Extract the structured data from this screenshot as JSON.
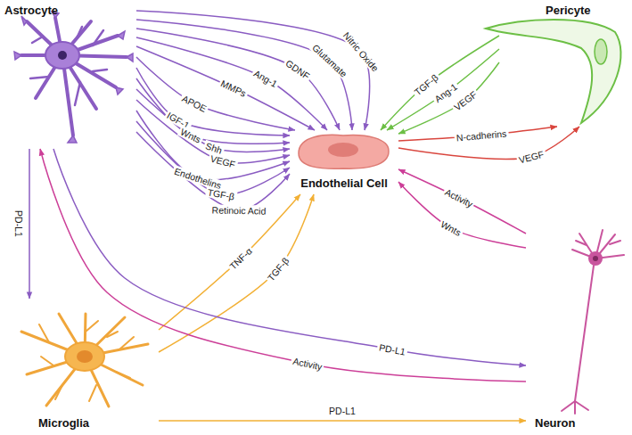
{
  "diagram": {
    "nodes": [
      {
        "text": [
          "Astrocyte"
        ]
      },
      {
        "text": [
          "Pericyte"
        ]
      },
      {
        "text": [
          "Endothelial Cell"
        ]
      },
      {
        "text": [
          "Microglia"
        ]
      },
      {
        "text": [
          "Neuron"
        ]
      }
    ],
    "edges": [
      {
        "from": 0,
        "to": 2,
        "label": "Nitric Oxide",
        "arrow": "to"
      },
      {
        "from": 0,
        "to": 2,
        "label": "Glutamate",
        "arrow": "to"
      },
      {
        "from": 0,
        "to": 2,
        "label": "GDNF",
        "arrow": "to"
      },
      {
        "from": 0,
        "to": 2,
        "label": "Ang-1",
        "arrow": "to"
      },
      {
        "from": 0,
        "to": 2,
        "label": "MMPs",
        "arrow": "to"
      },
      {
        "from": 0,
        "to": 2,
        "label": "APOE",
        "arrow": "to"
      },
      {
        "from": 0,
        "to": 2,
        "label": "IGF-1",
        "arrow": "to"
      },
      {
        "from": 0,
        "to": 2,
        "label": "Wnts",
        "arrow": "to"
      },
      {
        "from": 0,
        "to": 2,
        "label": "Shh",
        "arrow": "to"
      },
      {
        "from": 0,
        "to": 2,
        "label": "VEGF",
        "arrow": "to"
      },
      {
        "from": 0,
        "to": 2,
        "label": "Endothelins",
        "arrow": "to"
      },
      {
        "from": 0,
        "to": 2,
        "label": "TGF-β",
        "arrow": "to"
      },
      {
        "from": 0,
        "to": 2,
        "label": "Retinoic Acid",
        "arrow": "to"
      },
      {
        "from": 1,
        "to": 2,
        "label": "TGF-β",
        "arrow": "to"
      },
      {
        "from": 1,
        "to": 2,
        "label": "Ang-1",
        "arrow": "to"
      },
      {
        "from": 1,
        "to": 2,
        "label": "VEGF",
        "arrow": "to"
      },
      {
        "from": 2,
        "to": 1,
        "label": "N-cadherins",
        "arrow": "to"
      },
      {
        "from": 2,
        "to": 1,
        "label": "VEGF",
        "arrow": "to"
      },
      {
        "from": 4,
        "to": 2,
        "label": "Activity",
        "arrow": "to"
      },
      {
        "from": 4,
        "to": 2,
        "label": "Wnts",
        "arrow": "to"
      },
      {
        "from": 0,
        "to": 3,
        "label": "PD-L1",
        "arrow": "to"
      },
      {
        "from": 3,
        "to": 2,
        "label": "TNF-α",
        "arrow": "to"
      },
      {
        "from": 3,
        "to": 2,
        "label": "TGF-β",
        "arrow": "to"
      },
      {
        "from": 0,
        "to": 4,
        "label": "PD-L1",
        "arrow": "to"
      },
      {
        "from": 4,
        "to": 0,
        "label": "Activity",
        "arrow": "to"
      },
      {
        "from": 3,
        "to": 4,
        "label": "PD-L1",
        "arrow": "to"
      }
    ]
  }
}
